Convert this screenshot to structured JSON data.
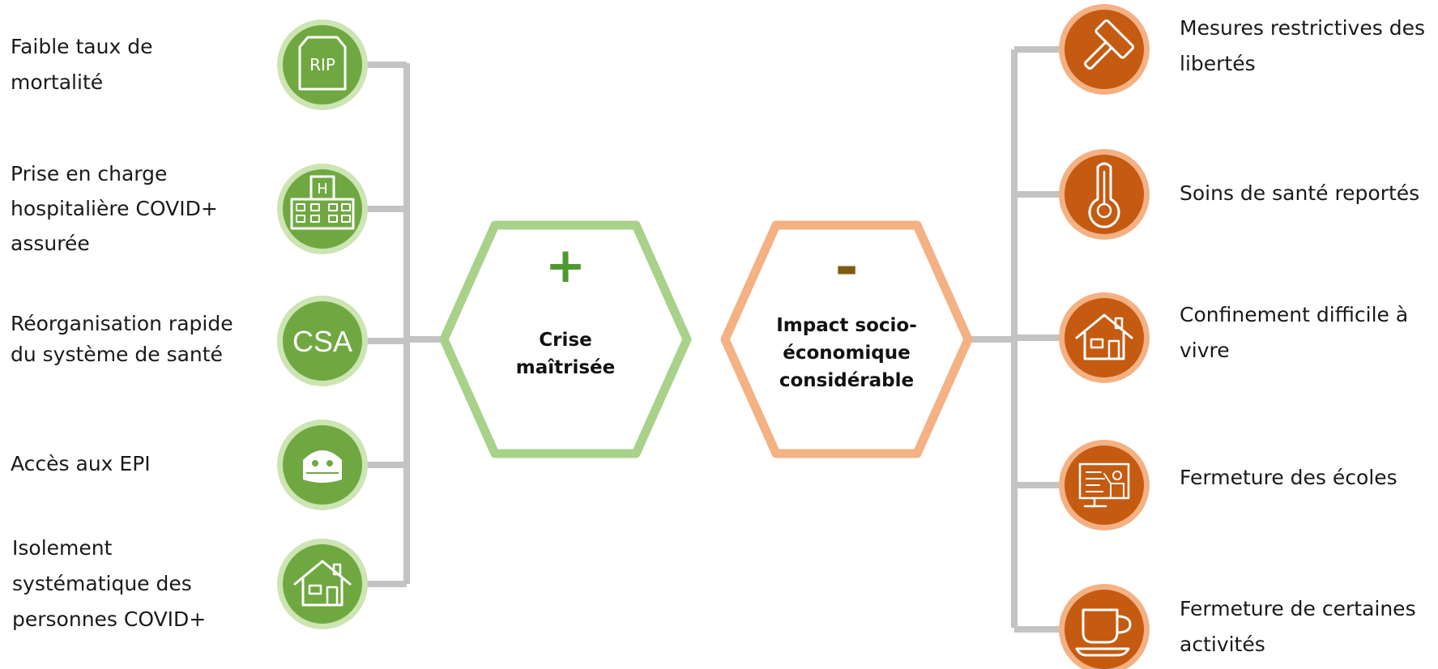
{
  "colors": {
    "connector": "#c3c3c3",
    "positive_fill": "#6fa840",
    "positive_ring": "#cde4b3",
    "positive_hex": "#a8d28a",
    "positive_sign": "#4e9a2f",
    "negative_fill": "#c55a11",
    "negative_ring": "#f4b183",
    "negative_hex": "#f4b183",
    "negative_sign": "#7f5c12"
  },
  "positive": {
    "sign": "+",
    "title_lines": [
      "Crise",
      "maîtrisée"
    ],
    "items": [
      {
        "icon": "tombstone-icon",
        "icon_text": "RIP",
        "lines": [
          "Faible taux de",
          "mortalité"
        ]
      },
      {
        "icon": "hospital-icon",
        "icon_text": "H",
        "lines": [
          "Prise en charge",
          "hospitalière COVID+",
          "assurée"
        ]
      },
      {
        "icon": "csa-badge-icon",
        "icon_text": "CSA",
        "lines": [
          "Réorganisation rapide",
          "du système de santé"
        ]
      },
      {
        "icon": "face-mask-icon",
        "icon_text": "",
        "lines": [
          "Accès aux EPI"
        ]
      },
      {
        "icon": "house-icon",
        "icon_text": "",
        "lines": [
          "Isolement",
          "systématique des",
          "personnes COVID+"
        ]
      }
    ]
  },
  "negative": {
    "sign": "-",
    "title_lines": [
      "Impact socio-",
      "économique",
      "considérable"
    ],
    "items": [
      {
        "icon": "gavel-icon",
        "lines": [
          "Mesures restrictives des",
          "libertés"
        ]
      },
      {
        "icon": "thermometer-icon",
        "lines": [
          "Soins de santé reportés"
        ]
      },
      {
        "icon": "house-icon",
        "lines": [
          "Confinement difficile à",
          "vivre"
        ]
      },
      {
        "icon": "classroom-screen-icon",
        "lines": [
          "Fermeture des écoles"
        ]
      },
      {
        "icon": "coffee-cup-icon",
        "lines": [
          "Fermeture de certaines",
          "activités"
        ]
      }
    ]
  }
}
